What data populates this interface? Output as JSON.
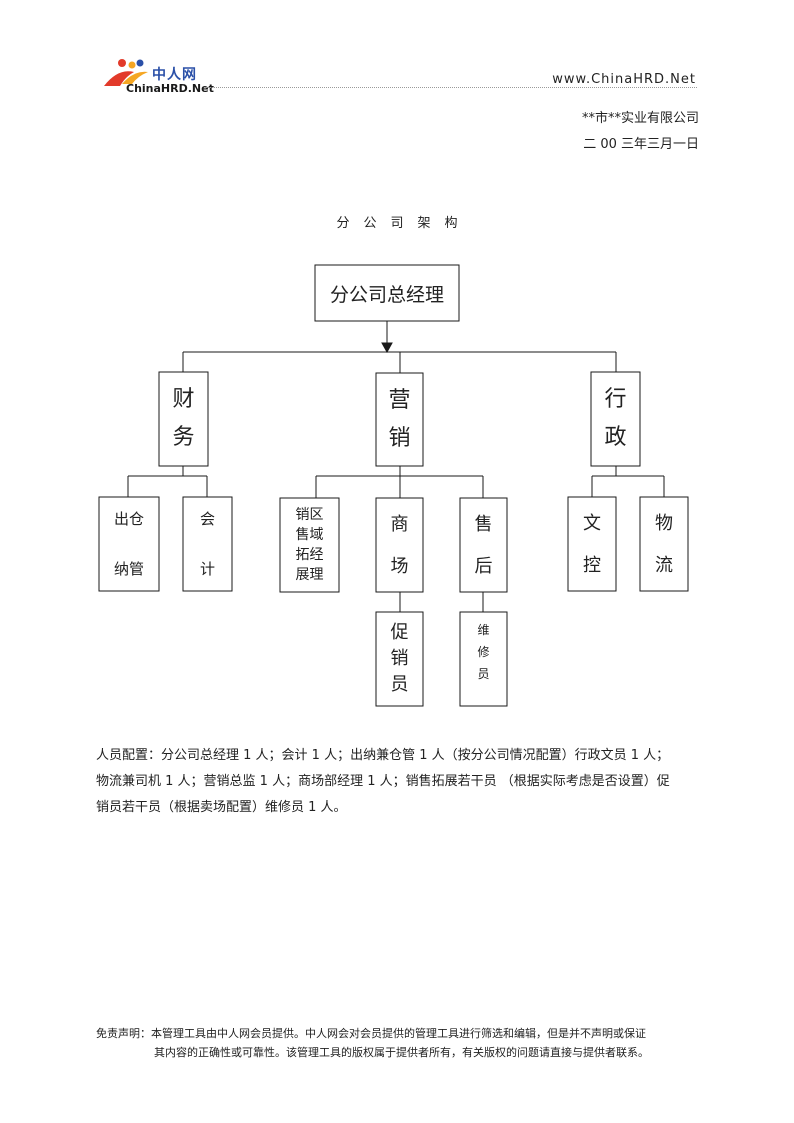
{
  "header": {
    "logo_cn": "中人网",
    "logo_en": "ChinaHRD.Net",
    "site_url": "www.ChinaHRD.Net",
    "company": "**市**实业有限公司",
    "date": "二 00 三年三月一日"
  },
  "doc_title": "分公司架构",
  "org": {
    "gm": "分公司总经理",
    "finance": "财\n务",
    "marketing": "营\n销",
    "admin": "行\n政",
    "cashier": "出仓\n\n纳管",
    "accounting": "会\n\n计",
    "sales_expansion": "销区\n售域\n拓经\n展理",
    "mall": "商\n\n场",
    "after_sales": "售\n\n后",
    "promoter": "促\n销\n员",
    "repair": "维\n修\n员",
    "clerk": "文\n\n控",
    "logistics": "物\n\n流"
  },
  "staffing": {
    "line1": "人员配置：分公司总经理 1 人；会计 1 人；出纳兼仓管 1 人（按分公司情况配置）行政文员 1 人；",
    "line2": "物流兼司机 1 人；营销总监 1 人；商场部经理 1 人；销售拓展若干员 （根据实际考虑是否设置）促",
    "line3": "销员若干员（根据卖场配置）维修员 1 人。"
  },
  "disclaimer": {
    "line1": "免责声明：本管理工具由中人网会员提供。中人网会对会员提供的管理工具进行筛选和编辑，但是并不声明或保证",
    "line2": "其内容的正确性或可靠性。该管理工具的版权属于提供者所有，有关版权的问题请直接与提供者联系。"
  },
  "colors": {
    "logo_blue": "#2a50a8",
    "logo_red": "#e23a2a",
    "logo_orange": "#f5a623"
  }
}
